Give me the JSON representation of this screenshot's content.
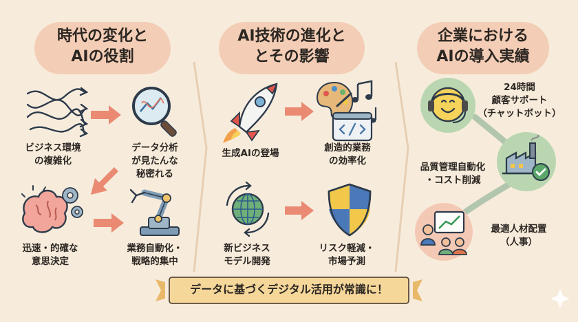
{
  "columns": [
    {
      "title": [
        "時代の変化と",
        "AIの役割"
      ],
      "items": [
        {
          "label": [
            "ビジネス環境",
            "の複雑化"
          ],
          "icon": "tangled-arrows-icon"
        },
        {
          "label": [
            "データ分析",
            "が見たんな",
            "秘密れる"
          ],
          "icon": "magnifier-chart-icon"
        },
        {
          "label": [
            "迅速・的確な",
            "意思決定"
          ],
          "icon": "brain-gears-icon"
        },
        {
          "label": [
            "業務自動化・",
            "戦略的集中"
          ],
          "icon": "robot-arm-icon"
        }
      ]
    },
    {
      "title": [
        "AI技術の進化と",
        "とその影響"
      ],
      "items": [
        {
          "label": [
            "生成AIの登場"
          ],
          "icon": "rocket-icon"
        },
        {
          "label": [
            "創造的業務",
            "の効率化"
          ],
          "icon": "palette-code-music-icon"
        },
        {
          "label": [
            "新ビジネス",
            "モデル開発"
          ],
          "icon": "globe-cycle-icon"
        },
        {
          "label": [
            "リスク軽減・",
            "市場予測"
          ],
          "icon": "shield-icon"
        }
      ]
    },
    {
      "title": [
        "企業における",
        "AIの導入実績"
      ],
      "items": [
        {
          "label": [
            "24時間",
            "顧客サポート",
            "（チャットボット）"
          ],
          "icon": "chatbot-headset-icon"
        },
        {
          "label": [
            "品質管理自動化",
            "・コスト削減"
          ],
          "icon": "factory-check-icon"
        },
        {
          "label": [
            "最適人材配置",
            "（人事）"
          ],
          "icon": "hr-presentation-icon"
        }
      ]
    }
  ],
  "banner": "データに基づくデジタル活用が常識に！",
  "colors": {
    "background": "#f7ecdc",
    "pill": "#f3cdb5",
    "arrow": "#e9876f",
    "banner": "#f6d79a"
  }
}
